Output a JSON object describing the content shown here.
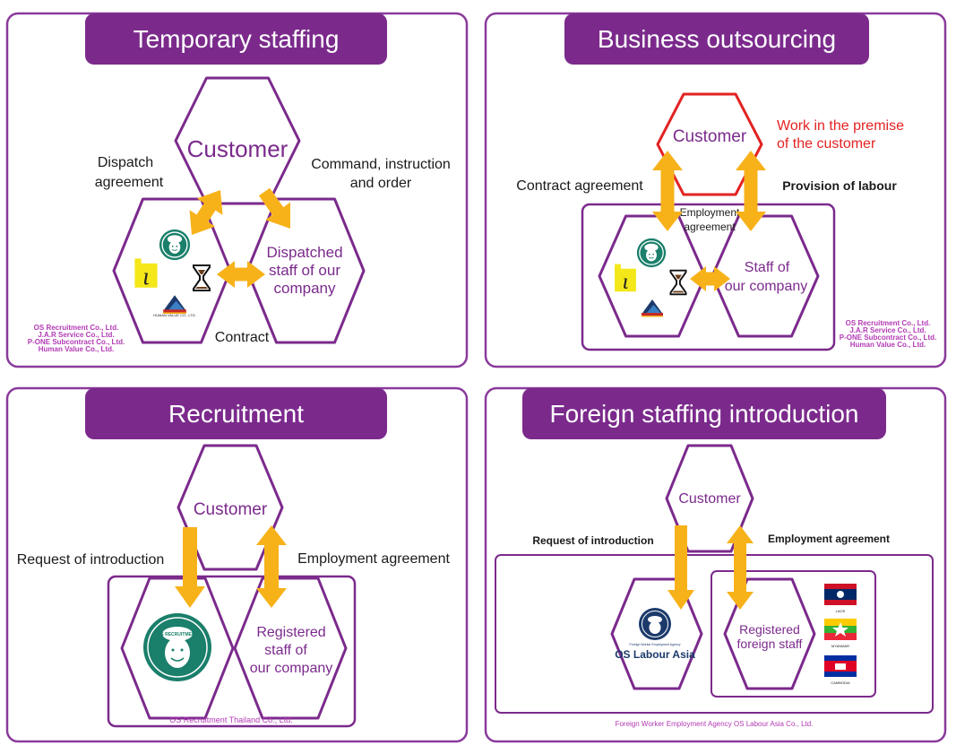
{
  "colors": {
    "purple": "#7b2a8c",
    "border": "#8a3a9c",
    "arrow": "#f7b21a",
    "red": "#e32222",
    "text": "#1a1a1a",
    "company": "#b33ab5",
    "os_green": "#1a7f6b",
    "os_navy": "#1b3a6b",
    "white": "#ffffff"
  },
  "icons": [
    "os-logo-icon",
    "i-logo-icon",
    "hourglass-icon",
    "human-value-logo-icon",
    "laos-flag-icon",
    "myanmar-flag-icon",
    "cambodia-flag-icon"
  ],
  "panels": {
    "temporary": {
      "title": "Temporary staffing",
      "customer": "Customer",
      "left_label_1": "Dispatch",
      "left_label_2": "agreement",
      "right_label_1": "Command, instruction",
      "right_label_2": "and order",
      "staff_1": "Dispatched",
      "staff_2": "staff of our",
      "staff_3": "company",
      "contract": "Contract",
      "human_value_caption": "HUMAN VALUE CO., LTD.",
      "companies": [
        "OS Recruitment Co., Ltd.",
        "J.A.R Service Co., Ltd.",
        "P-ONE Subcontract Co., Ltd.",
        "Human Value Co., Ltd."
      ]
    },
    "outsourcing": {
      "title": "Business outsourcing",
      "customer": "Customer",
      "work_1": "Work in the premise",
      "work_2": "of the customer",
      "contract_agreement": "Contract agreement",
      "provision": "Provision of labour",
      "employment_1": "Employment",
      "employment_2": "agreement",
      "staff_1": "Staff of",
      "staff_2": "our company",
      "companies": [
        "OS Recruitment Co., Ltd.",
        "J.A.R Service Co., Ltd.",
        "P-ONE Subcontract Co., Ltd.",
        "Human Value Co., Ltd."
      ]
    },
    "recruitment": {
      "title": "Recruitment",
      "customer": "Customer",
      "request": "Request of introduction",
      "employment": "Employment agreement",
      "staff_1": "Registered",
      "staff_2": "staff of",
      "staff_3": "our company",
      "logo_text": "OS RECRUITMENT",
      "company": "OS Recruitment Thailand Co., Ltd."
    },
    "foreign": {
      "title": "Foreign staffing introduction",
      "customer": "Customer",
      "request": "Request of introduction",
      "employment": "Employment agreement",
      "staff_1": "Registered",
      "staff_2": "foreign staff",
      "agency_small": "Foreign Worker Employment Agency",
      "agency_name": "OS Labour Asia",
      "flags": [
        "LAOS",
        "MYANMAR",
        "CAMBODIA"
      ],
      "company": "Foreign Worker Employment Agency OS Labour Asia Co., Ltd."
    }
  }
}
